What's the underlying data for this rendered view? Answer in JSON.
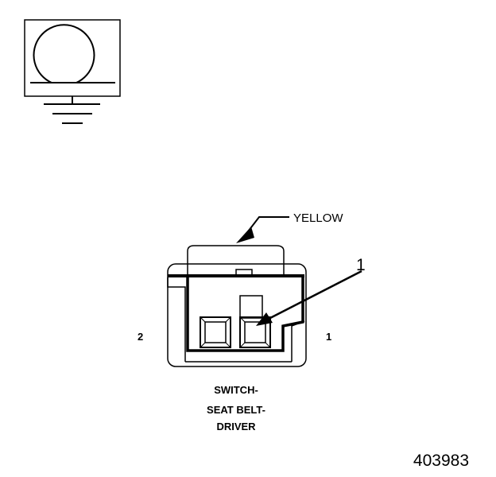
{
  "connector": {
    "wire_color": "YELLOW",
    "callout": "1",
    "pin_left": "2",
    "pin_right": "1",
    "name_lines": [
      "SWITCH-",
      "SEAT BELT-",
      "DRIVER"
    ]
  },
  "figure_id": "403983",
  "icons": {
    "symbol": "seat-belt-switch-ground-symbol-icon"
  }
}
